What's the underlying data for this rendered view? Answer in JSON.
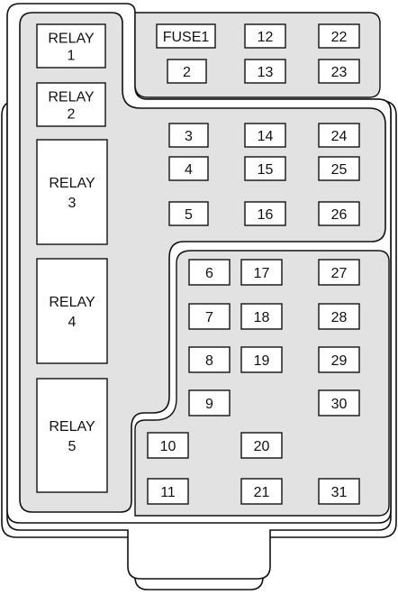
{
  "colors": {
    "panel_fill": "#e2e2e2",
    "outline": "#111111",
    "box_fill": "#ffffff"
  },
  "relays": [
    {
      "lines": [
        "RELAY",
        "1"
      ]
    },
    {
      "lines": [
        "RELAY",
        "2"
      ]
    },
    {
      "lines": [
        "RELAY",
        "3"
      ]
    },
    {
      "lines": [
        "RELAY",
        "4"
      ]
    },
    {
      "lines": [
        "RELAY",
        "5"
      ]
    }
  ],
  "fuses": [
    "FUSE1",
    "2",
    "3",
    "4",
    "5",
    "6",
    "7",
    "8",
    "9",
    "10",
    "11",
    "12",
    "13",
    "14",
    "15",
    "16",
    "17",
    "18",
    "19",
    "20",
    "21",
    "22",
    "23",
    "24",
    "25",
    "26",
    "27",
    "28",
    "29",
    "30",
    "31"
  ]
}
